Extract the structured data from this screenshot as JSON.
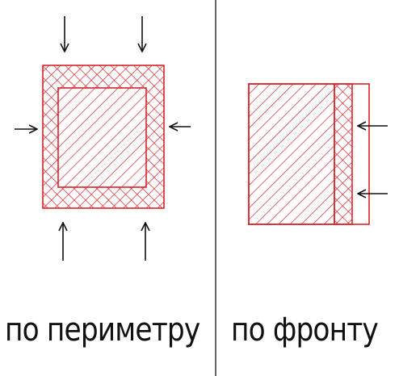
{
  "colors": {
    "hatch": "#d9232a",
    "arrow": "#111111",
    "divider": "#333333",
    "background": "#ffffff"
  },
  "panels": [
    {
      "caption": "по периметру",
      "hatch_pattern": "cross-hatched border around diagonal-hatched core",
      "arrow_directions": [
        "down",
        "down",
        "right",
        "left",
        "up",
        "up"
      ]
    },
    {
      "caption": "по фронту",
      "hatch_pattern": "diagonal-hatched block with cross-hatched right strip",
      "arrow_directions": [
        "left",
        "left"
      ]
    }
  ]
}
